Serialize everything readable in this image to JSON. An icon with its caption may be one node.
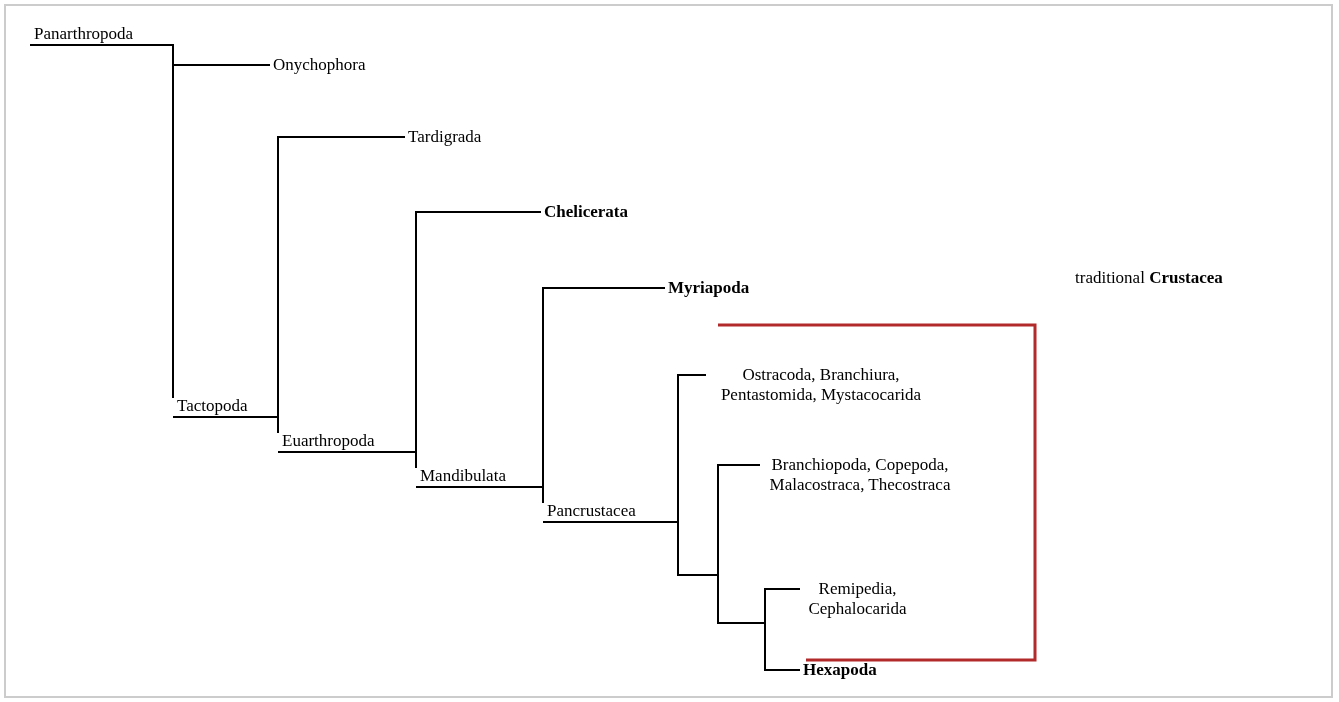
{
  "diagram": {
    "nodes": [
      {
        "text": [
          "Panarthropoda"
        ]
      },
      {
        "text": [
          "Onychophora"
        ]
      },
      {
        "text": [
          "Tactopoda"
        ]
      },
      {
        "text": [
          "Tardigrada"
        ]
      },
      {
        "text": [
          "Euarthropoda"
        ]
      },
      {
        "text": [
          "Chelicerata"
        ]
      },
      {
        "text": [
          "Mandibulata"
        ]
      },
      {
        "text": [
          "Myriapoda"
        ]
      },
      {
        "text": [
          "Pancrustacea"
        ]
      },
      {
        "text": [
          "Ostracoda, Branchiura, Pentastomida, Mystacocarida"
        ]
      },
      {
        "text": [
          "Branchiopoda, Copepoda, Malacostraca, Thecostraca"
        ]
      },
      {
        "text": [
          "Remipedia, Cephalocarida"
        ]
      },
      {
        "text": [
          "Hexapoda"
        ]
      }
    ],
    "edges": [
      {
        "from": 0,
        "to": 1,
        "arrow": "none"
      },
      {
        "from": 0,
        "to": 2,
        "arrow": "none"
      },
      {
        "from": 2,
        "to": 3,
        "arrow": "none"
      },
      {
        "from": 2,
        "to": 4,
        "arrow": "none"
      },
      {
        "from": 4,
        "to": 5,
        "arrow": "none"
      },
      {
        "from": 4,
        "to": 6,
        "arrow": "none"
      },
      {
        "from": 6,
        "to": 7,
        "arrow": "none"
      },
      {
        "from": 6,
        "to": 8,
        "arrow": "none"
      },
      {
        "from": 8,
        "to": 9,
        "arrow": "none"
      },
      {
        "from": 8,
        "to": 10,
        "arrow": "none"
      },
      {
        "from": 8,
        "to": 11,
        "arrow": "none"
      },
      {
        "from": 8,
        "to": 12,
        "arrow": "none"
      }
    ],
    "labels": [
      "traditional **Crustacea**"
    ]
  }
}
